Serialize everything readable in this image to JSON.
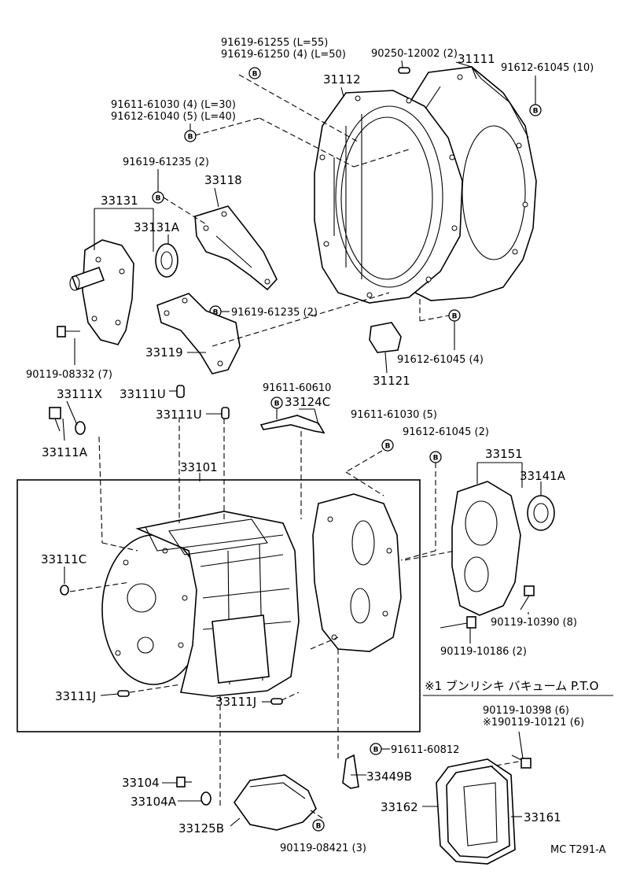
{
  "diagram": {
    "labels": {
      "l_91619_61255": "91619-61255 (L=55)",
      "l_91619_61250": "91619-61250 (4) (L=50)",
      "l_90250_12002": "90250-12002 (2)",
      "l_31111": "31111",
      "l_91612_61045_10": "91612-61045 (10)",
      "l_31112": "31112",
      "l_91611_61030_4": "91611-61030 (4) (L=30)",
      "l_91612_61040_5": "91612-61040 (5) (L=40)",
      "l_91619_61235_a": "91619-61235 (2)",
      "l_33118": "33118",
      "l_33131": "33131",
      "l_33131A": "33131A",
      "l_91619_61235_b": "91619-61235 (2)",
      "l_33119": "33119",
      "l_90119_08332": "90119-08332 (7)",
      "l_91612_61045_4": "91612-61045 (4)",
      "l_31121": "31121",
      "l_33111X": "33111X",
      "l_33111U_a": "33111U",
      "l_33111U_b": "33111U",
      "l_91611_60610": "91611-60610",
      "l_33124C": "33124C",
      "l_33111A": "33111A",
      "l_91611_61030_5": "91611-61030 (5)",
      "l_91612_61045_2": "91612-61045 (2)",
      "l_33101": "33101",
      "l_33151": "33151",
      "l_33141A": "33141A",
      "l_33111C": "33111C",
      "l_90119_10390": "90119-10390 (8)",
      "l_90119_10186": "90119-10186 (2)",
      "l_note": "※1 ブンリシキ バキューム P.T.O",
      "l_33111J_a": "33111J",
      "l_33111J_b": "33111J",
      "l_90119_10398": "90119-10398 (6)",
      "l_190119_10121": "※190119-10121 (6)",
      "l_91611_60812": "91611-60812",
      "l_33104": "33104",
      "l_33104A": "33104A",
      "l_33449B": "33449B",
      "l_33162": "33162",
      "l_33161": "33161",
      "l_33125B": "33125B",
      "l_90119_08421": "90119-08421 (3)",
      "l_code": "MC T291-A"
    },
    "bolt_marker": "B"
  }
}
